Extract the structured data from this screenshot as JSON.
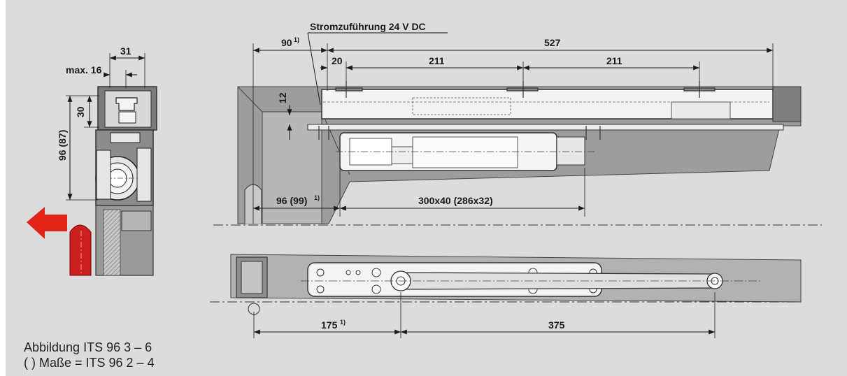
{
  "drawing": {
    "power_supply_label": "Stromzuführung 24 V DC",
    "dimensions": {
      "width_31": "31",
      "max_16": "max. 16",
      "height_30": "30",
      "height_96_87": "96 (87)",
      "offset_90": "90",
      "length_527": "527",
      "offset_20": "20",
      "spacing_211_a": "211",
      "spacing_211_b": "211",
      "gap_12": "12",
      "offset_96_99": "96 (99)",
      "slot_300x40": "300x40 (286x32)",
      "arm_175": "175",
      "arm_375": "375",
      "footnote_mark": "1)"
    },
    "caption_line1": "Abbildung  ITS  96  3 – 6",
    "caption_line2": "( ) Maße = ITS 96 2 – 4",
    "colors": {
      "arrow": "#e2231a",
      "panel": "#dcdcdc",
      "housing": "#9a9a9a"
    }
  }
}
